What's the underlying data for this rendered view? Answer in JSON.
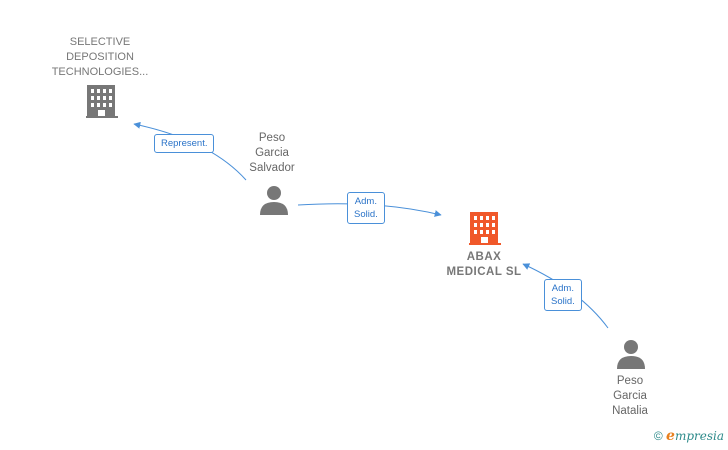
{
  "nodes": {
    "selective": {
      "lines": [
        "SELECTIVE",
        "DEPOSITION",
        "TECHNOLOGIES..."
      ],
      "icon": "building-icon",
      "color": "#777777"
    },
    "abax": {
      "lines": [
        "ABAX",
        "MEDICAL  SL"
      ],
      "icon": "building-icon",
      "color": "#f0582a"
    },
    "salvador": {
      "lines": [
        "Peso",
        "Garcia",
        "Salvador"
      ],
      "icon": "person-icon",
      "color": "#777777"
    },
    "natalia": {
      "lines": [
        "Peso",
        "Garcia",
        "Natalia"
      ],
      "icon": "person-icon",
      "color": "#777777"
    }
  },
  "edges": {
    "represent": {
      "lines": [
        "Represent."
      ]
    },
    "adm1": {
      "lines": [
        "Adm.",
        "Solid."
      ]
    },
    "adm2": {
      "lines": [
        "Adm.",
        "Solid."
      ]
    }
  },
  "colors": {
    "edge": "#4a90d9"
  },
  "footer": {
    "copyright": "©",
    "brand_initial": "e",
    "brand_rest": "mpresia"
  }
}
